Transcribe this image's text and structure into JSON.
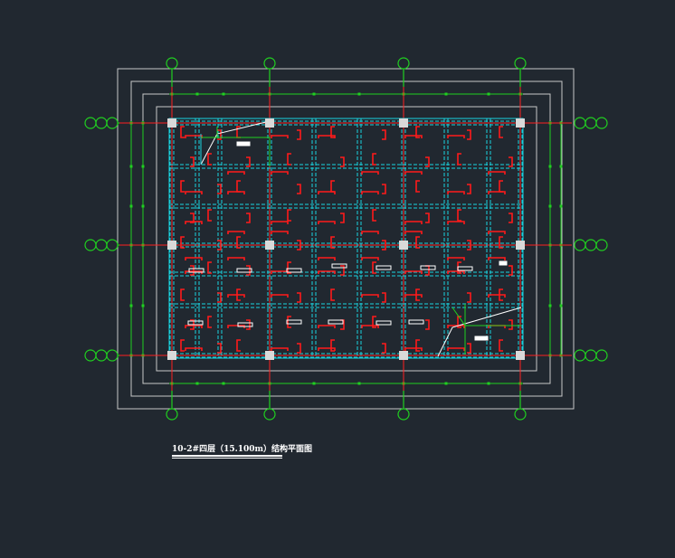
{
  "drawing": {
    "title": "10-2#四层（15.100m）结构平面图",
    "sheet_type": "CAD structural floor plan (model space, dark background)"
  },
  "colors": {
    "background": "#212830",
    "border_frame": "#c8c8c8",
    "axis_lines": "#ff2020",
    "dimension_lines": "#20d020",
    "grid_bubbles": "#20d020",
    "beams_dashed": "#19d3e0",
    "rebar_marks": "#ff1a1a",
    "columns": "#d9d9d9",
    "labels": "#ffffff"
  },
  "grid": {
    "vertical_axis_count": 4,
    "horizontal_axis_count": 3,
    "bubble_rows": [
      "top",
      "bottom"
    ],
    "bubble_cols": [
      "left",
      "right"
    ]
  },
  "icons": {
    "axis-bubble": "circle",
    "column": "filled-square"
  }
}
